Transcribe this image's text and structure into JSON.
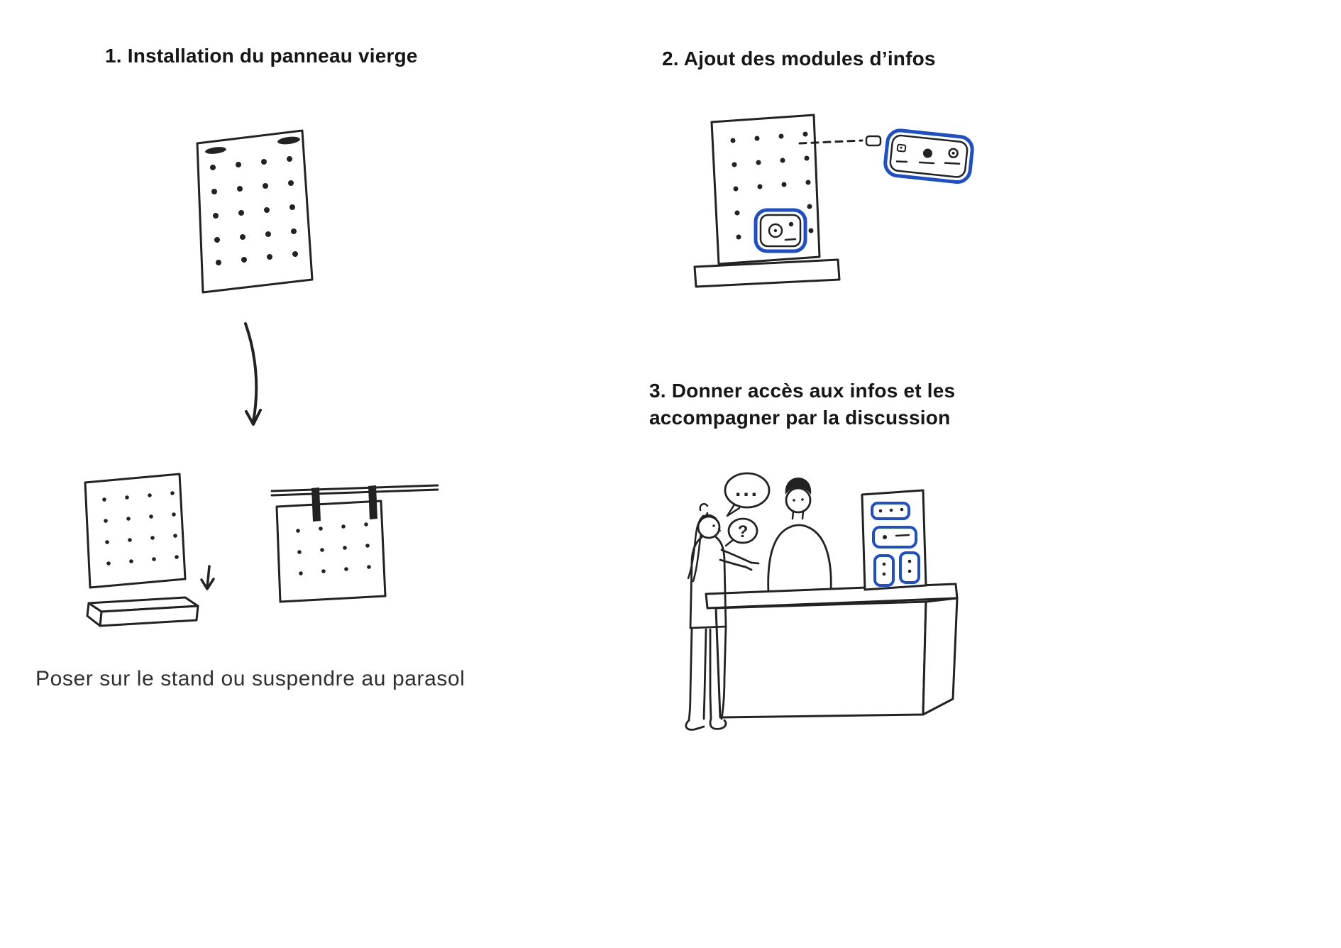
{
  "colors": {
    "ink": "#222222",
    "accent_blue": "#1e4fc8",
    "paper": "#ffffff"
  },
  "steps": [
    {
      "title": "1. Installation du panneau vierge",
      "caption": "Poser sur le stand ou suspendre au parasol"
    },
    {
      "title": "2. Ajout des modules d’infos"
    },
    {
      "title_line1": "3. Donner accès aux infos et les",
      "title_line2": "accompagner par la discussion"
    }
  ],
  "speech": {
    "thinking": "...",
    "question": "?"
  }
}
